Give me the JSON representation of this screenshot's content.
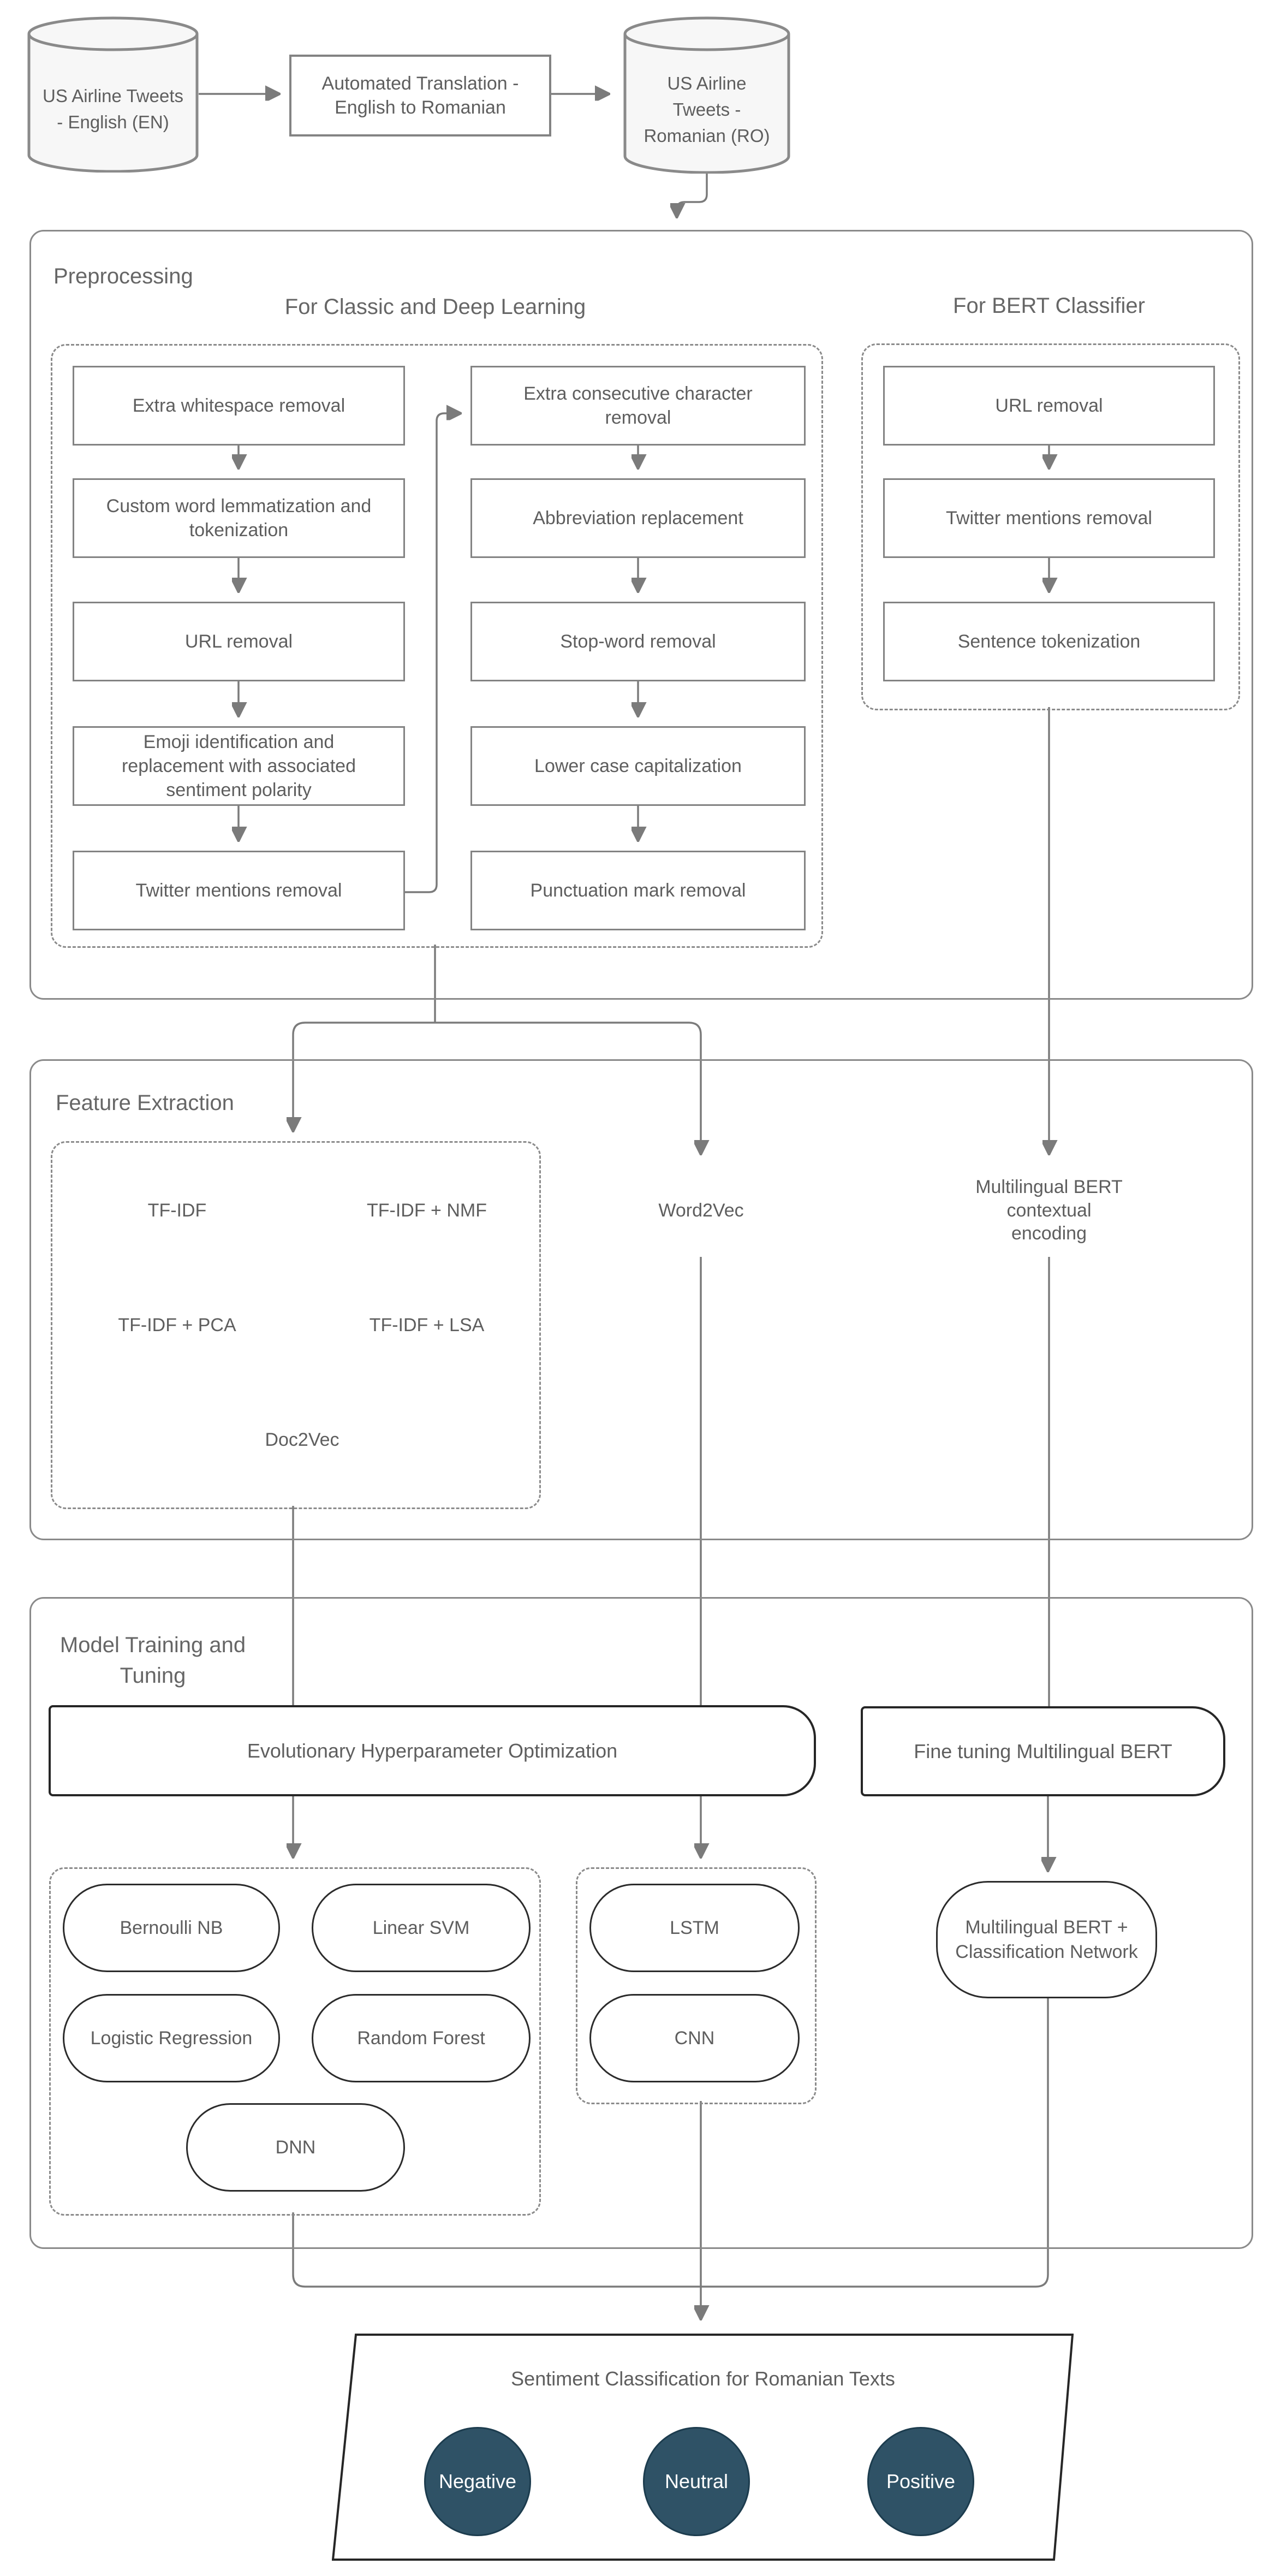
{
  "diagram": {
    "top": {
      "source_en": "US Airline Tweets - English (EN)",
      "translation": "Automated Translation - English to Romanian",
      "source_ro": "US Airline Tweets - Romanian (RO)"
    },
    "preprocessing": {
      "title": "Preprocessing",
      "classic_heading": "For Classic and Deep Learning",
      "bert_heading": "For BERT Classifier",
      "classic_left_steps": [
        "Extra whitespace removal",
        "Custom word lemmatization and tokenization",
        "URL removal",
        "Emoji identification and replacement with associated sentiment polarity",
        "Twitter mentions removal"
      ],
      "classic_right_steps": [
        "Extra consecutive character removal",
        "Abbreviation replacement",
        "Stop-word removal",
        "Lower case capitalization",
        "Punctuation mark removal"
      ],
      "bert_steps": [
        "URL removal",
        "Twitter mentions removal",
        "Sentence tokenization"
      ]
    },
    "feature_extraction": {
      "title": "Feature Extraction",
      "tfidf_variants": [
        "TF-IDF",
        "TF-IDF + NMF",
        "TF-IDF + PCA",
        "TF-IDF + LSA",
        "Doc2Vec"
      ],
      "word2vec": "Word2Vec",
      "bert_encoding": "Multilingual BERT contextual encoding"
    },
    "model_training": {
      "title": "Model Training and Tuning",
      "hyperparameter_optimization": "Evolutionary Hyperparameter Optimization",
      "fine_tuning": "Fine tuning Multilingual BERT",
      "classic_models": [
        "Bernoulli NB",
        "Linear SVM",
        "Logistic Regression",
        "Random Forest",
        "DNN"
      ],
      "deep_models": [
        "LSTM",
        "CNN"
      ],
      "bert_model": "Multilingual BERT + Classification Network"
    },
    "output": {
      "title": "Sentiment Classification for Romanian Texts",
      "classes": [
        "Negative",
        "Neutral",
        "Positive"
      ],
      "class_color": "#2f5266"
    },
    "colors": {
      "line": "#7b7b7b",
      "box_border": "#838383",
      "dark_border": "#2b2b2b",
      "text": "#5e5e5e",
      "cylinder_fill": "#f7f7f7",
      "sentiment_fill": "#2f5266",
      "sentiment_border": "#1c3c4e"
    }
  }
}
